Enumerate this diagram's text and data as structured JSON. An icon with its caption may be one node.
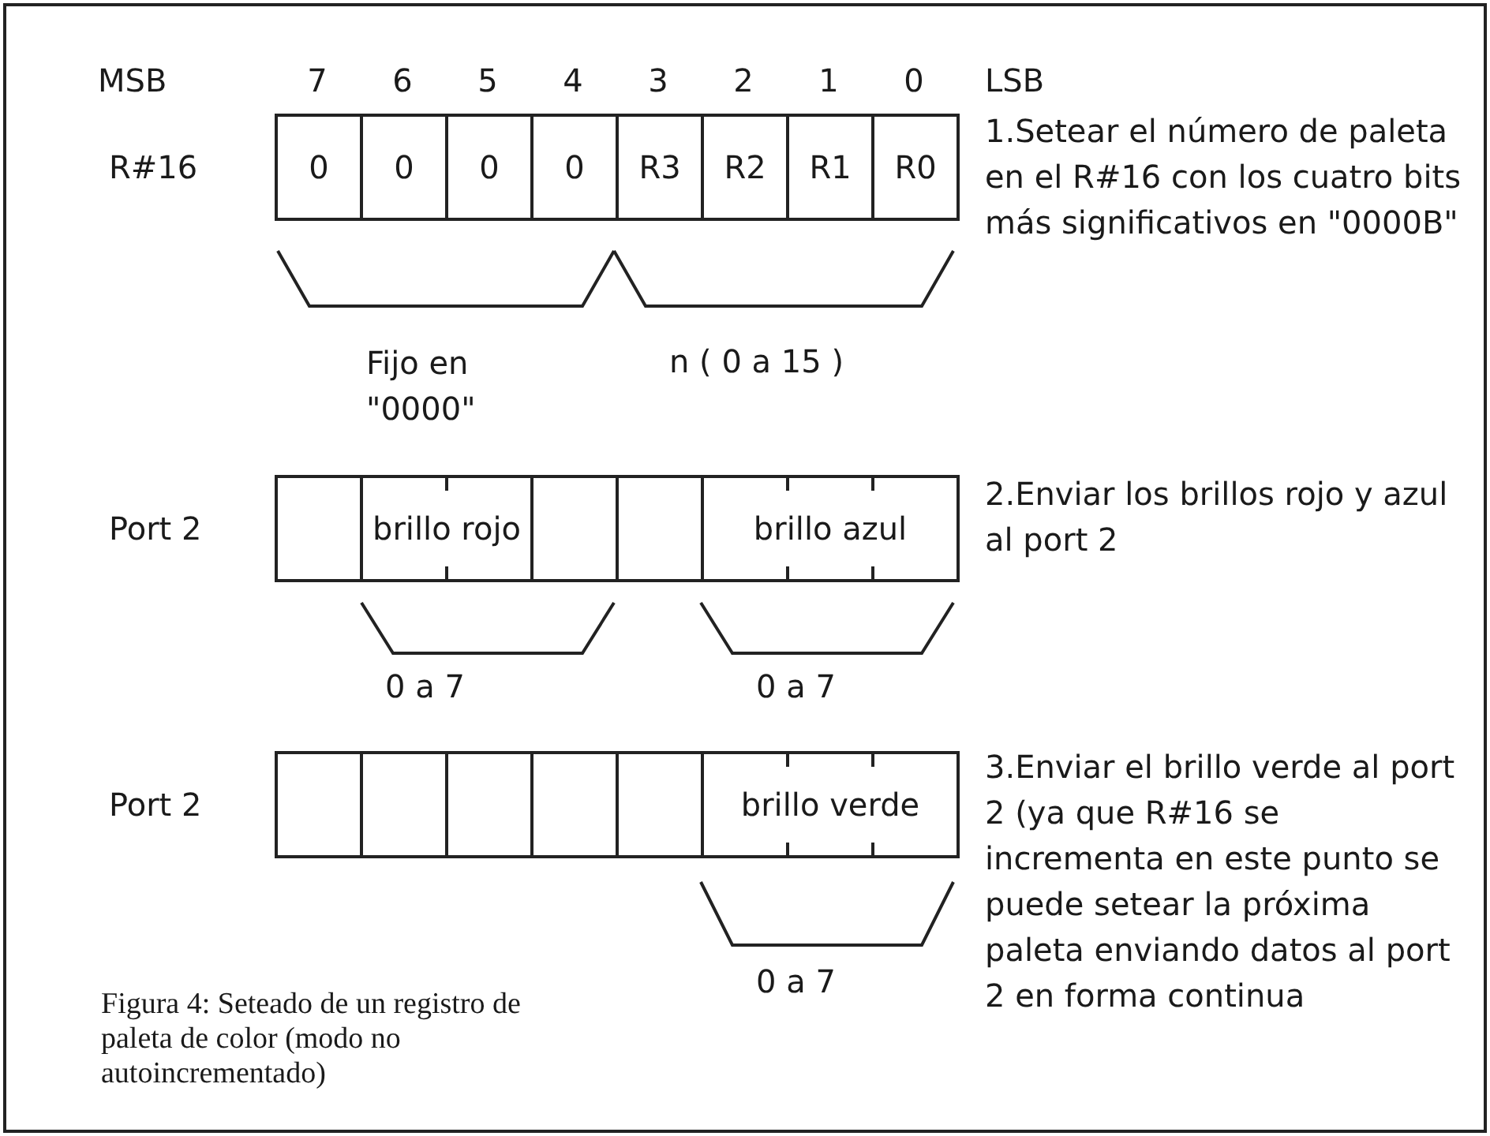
{
  "diagram": {
    "caption": "Figura 4: Seteado de un registro de paleta de color (modo no autoincrementado)",
    "labels": [
      "MSB",
      "7",
      "6",
      "5",
      "4",
      "3",
      "2",
      "1",
      "0",
      "LSB",
      "R#16",
      "0",
      "0",
      "0",
      "0",
      "R3",
      "R2",
      "R1",
      "R0",
      "1.Setear el número de paleta en el R#16 con los cuatro bits más significativos en \"0000B\"",
      "Fijo en \"0000\"",
      "n ( 0 a 15 )",
      "Port 2",
      "brillo rojo",
      "brillo azul",
      "2.Enviar los brillos rojo y azul al port 2",
      "0 a 7",
      "0 a 7",
      "Port 2",
      "brillo verde",
      "3.Enviar el brillo verde al port 2 (ya que R#16 se incrementa en este punto se puede setear la próxima paleta enviando datos al port 2 en forma continua",
      "0 a 7"
    ]
  }
}
